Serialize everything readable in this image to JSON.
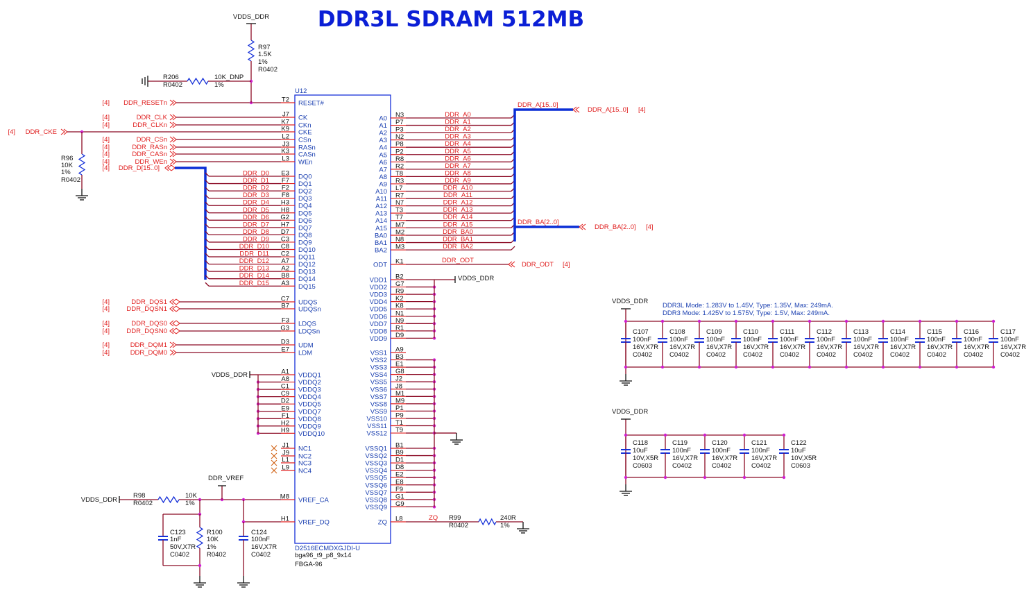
{
  "title": "DDR3L SDRAM 512MB",
  "chip": {
    "ref": "U12",
    "part": "D2516ECMDXGJDI-U",
    "footprint": "bga96_t9_p8_9x14",
    "package": "FBGA-96",
    "left_pins": [
      {
        "ball": "T2",
        "name": "RESET#"
      },
      {
        "ball": "J7",
        "name": "CK"
      },
      {
        "ball": "K7",
        "name": "CKn"
      },
      {
        "ball": "K9",
        "name": "CKE"
      },
      {
        "ball": "L2",
        "name": "CSn"
      },
      {
        "ball": "J3",
        "name": "RASn"
      },
      {
        "ball": "K3",
        "name": "CASn"
      },
      {
        "ball": "L3",
        "name": "WEn"
      },
      {
        "ball": "E3",
        "name": "DQ0"
      },
      {
        "ball": "F7",
        "name": "DQ1"
      },
      {
        "ball": "F2",
        "name": "DQ2"
      },
      {
        "ball": "F8",
        "name": "DQ3"
      },
      {
        "ball": "H3",
        "name": "DQ4"
      },
      {
        "ball": "H8",
        "name": "DQ5"
      },
      {
        "ball": "G2",
        "name": "DQ6"
      },
      {
        "ball": "H7",
        "name": "DQ7"
      },
      {
        "ball": "D7",
        "name": "DQ8"
      },
      {
        "ball": "C3",
        "name": "DQ9"
      },
      {
        "ball": "C8",
        "name": "DQ10"
      },
      {
        "ball": "C2",
        "name": "DQ11"
      },
      {
        "ball": "A7",
        "name": "DQ12"
      },
      {
        "ball": "A2",
        "name": "DQ13"
      },
      {
        "ball": "B8",
        "name": "DQ14"
      },
      {
        "ball": "A3",
        "name": "DQ15"
      },
      {
        "ball": "C7",
        "name": "UDQS"
      },
      {
        "ball": "B7",
        "name": "UDQSn"
      },
      {
        "ball": "F3",
        "name": "LDQS"
      },
      {
        "ball": "G3",
        "name": "LDQSn"
      },
      {
        "ball": "D3",
        "name": "UDM"
      },
      {
        "ball": "E7",
        "name": "LDM"
      },
      {
        "ball": "A1",
        "name": "VDDQ1"
      },
      {
        "ball": "A8",
        "name": "VDDQ2"
      },
      {
        "ball": "C1",
        "name": "VDDQ3"
      },
      {
        "ball": "C9",
        "name": "VDDQ4"
      },
      {
        "ball": "D2",
        "name": "VDDQ5"
      },
      {
        "ball": "E9",
        "name": "VDDQ7"
      },
      {
        "ball": "F1",
        "name": "VDDQ8"
      },
      {
        "ball": "H2",
        "name": "VDDQ9"
      },
      {
        "ball": "H9",
        "name": "VDDQ10"
      },
      {
        "ball": "J1",
        "name": "NC1"
      },
      {
        "ball": "J9",
        "name": "NC2"
      },
      {
        "ball": "L1",
        "name": "NC3"
      },
      {
        "ball": "L9",
        "name": "NC4"
      },
      {
        "ball": "M8",
        "name": "VREF_CA"
      },
      {
        "ball": "H1",
        "name": "VREF_DQ"
      }
    ],
    "right_pins": [
      {
        "ball": "N3",
        "name": "A0",
        "net": "DDR_A0"
      },
      {
        "ball": "P7",
        "name": "A1",
        "net": "DDR_A1"
      },
      {
        "ball": "P3",
        "name": "A2",
        "net": "DDR_A2"
      },
      {
        "ball": "N2",
        "name": "A3",
        "net": "DDR_A3"
      },
      {
        "ball": "P8",
        "name": "A4",
        "net": "DDR_A4"
      },
      {
        "ball": "P2",
        "name": "A5",
        "net": "DDR_A5"
      },
      {
        "ball": "R8",
        "name": "A6",
        "net": "DDR_A6"
      },
      {
        "ball": "R2",
        "name": "A7",
        "net": "DDR_A7"
      },
      {
        "ball": "T8",
        "name": "A8",
        "net": "DDR_A8"
      },
      {
        "ball": "R3",
        "name": "A9",
        "net": "DDR_A9"
      },
      {
        "ball": "L7",
        "name": "A10",
        "net": "DDR_A10"
      },
      {
        "ball": "R7",
        "name": "A11",
        "net": "DDR_A11"
      },
      {
        "ball": "N7",
        "name": "A12",
        "net": "DDR_A12"
      },
      {
        "ball": "T3",
        "name": "A13",
        "net": "DDR_A13"
      },
      {
        "ball": "T7",
        "name": "A14",
        "net": "DDR_A14"
      },
      {
        "ball": "M7",
        "name": "A15",
        "net": "DDR_A15"
      },
      {
        "ball": "M2",
        "name": "BA0",
        "net": "DDR_BA0"
      },
      {
        "ball": "N8",
        "name": "BA1",
        "net": "DDR_BA1"
      },
      {
        "ball": "M3",
        "name": "BA2",
        "net": "DDR_BA2"
      },
      {
        "ball": "K1",
        "name": "ODT",
        "net": "DDR_ODT"
      },
      {
        "ball": "B2",
        "name": "VDD1"
      },
      {
        "ball": "G7",
        "name": "VDD2"
      },
      {
        "ball": "R9",
        "name": "VDD3"
      },
      {
        "ball": "K2",
        "name": "VDD4"
      },
      {
        "ball": "K8",
        "name": "VDD5"
      },
      {
        "ball": "N1",
        "name": "VDD6"
      },
      {
        "ball": "N9",
        "name": "VDD7"
      },
      {
        "ball": "R1",
        "name": "VDD8"
      },
      {
        "ball": "D9",
        "name": "VDD9"
      },
      {
        "ball": "A9",
        "name": "VSS1"
      },
      {
        "ball": "B3",
        "name": "VSS2"
      },
      {
        "ball": "E1",
        "name": "VSS3"
      },
      {
        "ball": "G8",
        "name": "VSS4"
      },
      {
        "ball": "J2",
        "name": "VSS5"
      },
      {
        "ball": "J8",
        "name": "VSS6"
      },
      {
        "ball": "M1",
        "name": "VSS7"
      },
      {
        "ball": "M9",
        "name": "VSS8"
      },
      {
        "ball": "P1",
        "name": "VSS9"
      },
      {
        "ball": "P9",
        "name": "VSS10"
      },
      {
        "ball": "T1",
        "name": "VSS11"
      },
      {
        "ball": "T9",
        "name": "VSS12"
      },
      {
        "ball": "B1",
        "name": "VSSQ1"
      },
      {
        "ball": "B9",
        "name": "VSSQ2"
      },
      {
        "ball": "D1",
        "name": "VSSQ3"
      },
      {
        "ball": "D8",
        "name": "VSSQ4"
      },
      {
        "ball": "E2",
        "name": "VSSQ5"
      },
      {
        "ball": "E8",
        "name": "VSSQ6"
      },
      {
        "ball": "F9",
        "name": "VSSQ7"
      },
      {
        "ball": "G1",
        "name": "VSSQ8"
      },
      {
        "ball": "G9",
        "name": "VSSQ9"
      },
      {
        "ball": "L8",
        "name": "ZQ",
        "net": "ZQ"
      }
    ]
  },
  "dq_nets": [
    "DDR_D0",
    "DDR_D1",
    "DDR_D2",
    "DDR_D3",
    "DDR_D4",
    "DDR_D5",
    "DDR_D6",
    "DDR_D7",
    "DDR_D8",
    "DDR_D9",
    "DDR_D10",
    "DDR_D11",
    "DDR_D12",
    "DDR_D13",
    "DDR_D14",
    "DDR_D15"
  ],
  "ports_left": [
    {
      "sheet": "[4]",
      "name": "DDR_RESETn"
    },
    {
      "sheet": "[4]",
      "name": "DDR_CLK"
    },
    {
      "sheet": "[4]",
      "name": "DDR_CLKn"
    },
    {
      "sheet": "[4]",
      "name": "DDR_CKE"
    },
    {
      "sheet": "[4]",
      "name": "DDR_CSn"
    },
    {
      "sheet": "[4]",
      "name": "DDR_RASn"
    },
    {
      "sheet": "[4]",
      "name": "DDR_CASn"
    },
    {
      "sheet": "[4]",
      "name": "DDR_WEn"
    },
    {
      "sheet": "[4]",
      "name": "DDR_D[15..0]"
    },
    {
      "sheet": "[4]",
      "name": "DDR_DQS1"
    },
    {
      "sheet": "[4]",
      "name": "DDR_DQSN1"
    },
    {
      "sheet": "[4]",
      "name": "DDR_DQS0"
    },
    {
      "sheet": "[4]",
      "name": "DDR_DQSN0"
    },
    {
      "sheet": "[4]",
      "name": "DDR_DQM1"
    },
    {
      "sheet": "[4]",
      "name": "DDR_DQM0"
    }
  ],
  "ports_right": [
    {
      "name": "DDR_A[15..0]",
      "sheet": "[4]",
      "bus": "DDR_A[15..0]"
    },
    {
      "name": "DDR_BA[2..0]",
      "sheet": "[4]",
      "bus": "DDR_BA[2..0]"
    },
    {
      "name": "DDR_ODT",
      "sheet": "[4]"
    }
  ],
  "power": {
    "vdds": "VDDS_DDR",
    "vref": "DDR_VREF"
  },
  "r97": {
    "ref": "R97",
    "value": "1.5K",
    "tol": "1%",
    "pkg": "R0402"
  },
  "r206": {
    "ref": "R206",
    "value": "10K_DNP",
    "tol": "1%",
    "pkg": "R0402"
  },
  "r96": {
    "ref": "R96",
    "value": "10K",
    "tol": "1%",
    "pkg": "R0402"
  },
  "r98": {
    "ref": "R98",
    "value": "10K",
    "tol": "1%",
    "pkg": "R0402"
  },
  "r100": {
    "ref": "R100",
    "value": "10K",
    "tol": "1%",
    "pkg": "R0402"
  },
  "r99": {
    "ref": "R99",
    "value": "240R",
    "tol": "1%",
    "pkg": "R0402"
  },
  "c123": {
    "ref": "C123",
    "value": "1nF",
    "rating": "50V,X7R",
    "pkg": "C0402"
  },
  "c124": {
    "ref": "C124",
    "value": "100nF",
    "rating": "16V,X7R",
    "pkg": "C0402"
  },
  "notes": [
    "DDR3L Mode: 1.283V to 1.45V, Type: 1.35V, Max: 249mA.",
    "DDR3 Mode: 1.425V to 1.575V, Type: 1.5V, Max: 249mA."
  ],
  "decap_row1": [
    {
      "ref": "C107",
      "value": "100nF",
      "rating": "16V,X7R",
      "pkg": "C0402"
    },
    {
      "ref": "C108",
      "value": "100nF",
      "rating": "16V,X7R",
      "pkg": "C0402"
    },
    {
      "ref": "C109",
      "value": "100nF",
      "rating": "16V,X7R",
      "pkg": "C0402"
    },
    {
      "ref": "C110",
      "value": "100nF",
      "rating": "16V,X7R",
      "pkg": "C0402"
    },
    {
      "ref": "C111",
      "value": "100nF",
      "rating": "16V,X7R",
      "pkg": "C0402"
    },
    {
      "ref": "C112",
      "value": "100nF",
      "rating": "16V,X7R",
      "pkg": "C0402"
    },
    {
      "ref": "C113",
      "value": "100nF",
      "rating": "16V,X7R",
      "pkg": "C0402"
    },
    {
      "ref": "C114",
      "value": "100nF",
      "rating": "16V,X7R",
      "pkg": "C0402"
    },
    {
      "ref": "C115",
      "value": "100nF",
      "rating": "16V,X7R",
      "pkg": "C0402"
    },
    {
      "ref": "C116",
      "value": "100nF",
      "rating": "16V,X7R",
      "pkg": "C0402"
    },
    {
      "ref": "C117",
      "value": "100nF",
      "rating": "16V,X7R",
      "pkg": "C0402"
    }
  ],
  "decap_row2": [
    {
      "ref": "C118",
      "value": "10uF",
      "rating": "10V,X5R",
      "pkg": "C0603"
    },
    {
      "ref": "C119",
      "value": "100nF",
      "rating": "16V,X7R",
      "pkg": "C0402"
    },
    {
      "ref": "C120",
      "value": "100nF",
      "rating": "16V,X7R",
      "pkg": "C0402"
    },
    {
      "ref": "C121",
      "value": "100nF",
      "rating": "16V,X7R",
      "pkg": "C0402"
    },
    {
      "ref": "C122",
      "value": "10uF",
      "rating": "10V,X5R",
      "pkg": "C0603"
    }
  ],
  "colors": {
    "title": "#0b1fd6",
    "net": "#e02020",
    "wire": "#8b0a24",
    "bus": "#0b2fd6",
    "body": "#1630d8"
  }
}
